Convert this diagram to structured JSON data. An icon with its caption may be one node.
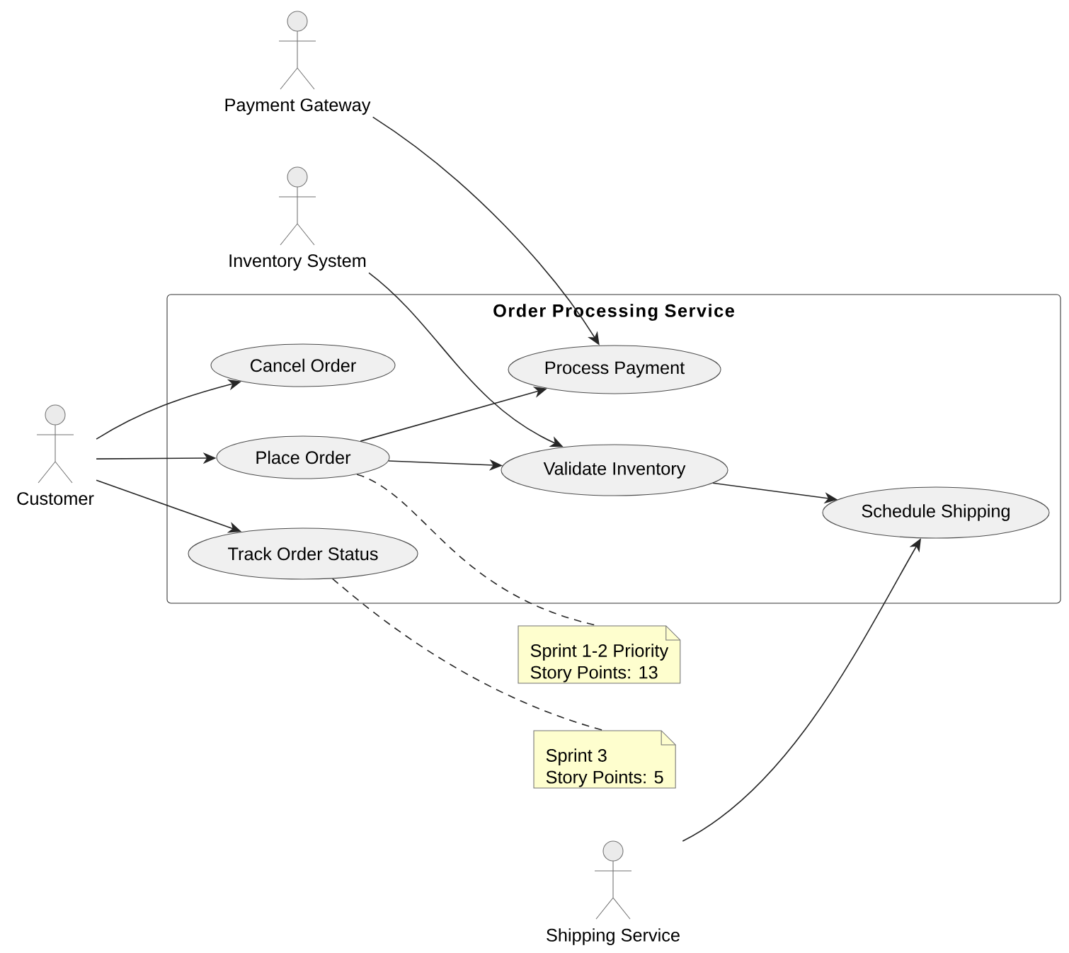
{
  "diagram": {
    "nodes": [
      {
        "text": [
          "Payment Gateway"
        ]
      },
      {
        "text": [
          "Inventory System"
        ]
      },
      {
        "text": [
          "Order Processing Service"
        ]
      },
      {
        "text": [
          "Cancel Order"
        ],
        "in": 2
      },
      {
        "text": [
          "Process Payment"
        ],
        "in": 2
      },
      {
        "text": [
          "Customer"
        ]
      },
      {
        "text": [
          "Place Order"
        ],
        "in": 2
      },
      {
        "text": [
          "Validate Inventory"
        ],
        "in": 2
      },
      {
        "text": [
          "Schedule Shipping"
        ],
        "in": 2
      },
      {
        "text": [
          "Track Order Status"
        ],
        "in": 2
      },
      {
        "text": [
          "Sprint 1-2 Priority",
          "Story Points: 13"
        ]
      },
      {
        "text": [
          "Sprint 3",
          "Story Points: 5"
        ]
      },
      {
        "text": [
          "Shipping Service"
        ]
      }
    ],
    "edges": [
      {
        "from": 0,
        "to": 4,
        "arrow": "to"
      },
      {
        "from": 1,
        "to": 7,
        "arrow": "to"
      },
      {
        "from": 5,
        "to": 3,
        "arrow": "to"
      },
      {
        "from": 5,
        "to": 6,
        "arrow": "to"
      },
      {
        "from": 5,
        "to": 9,
        "arrow": "to"
      },
      {
        "from": 6,
        "to": 4,
        "arrow": "to"
      },
      {
        "from": 6,
        "to": 7,
        "arrow": "to"
      },
      {
        "from": 7,
        "to": 8,
        "arrow": "to"
      },
      {
        "from": 12,
        "to": 8,
        "arrow": "to"
      },
      {
        "from": 6,
        "to": 10,
        "arrow": "none",
        "style": "dashed"
      },
      {
        "from": 9,
        "to": 11,
        "arrow": "none",
        "style": "dashed"
      }
    ]
  }
}
